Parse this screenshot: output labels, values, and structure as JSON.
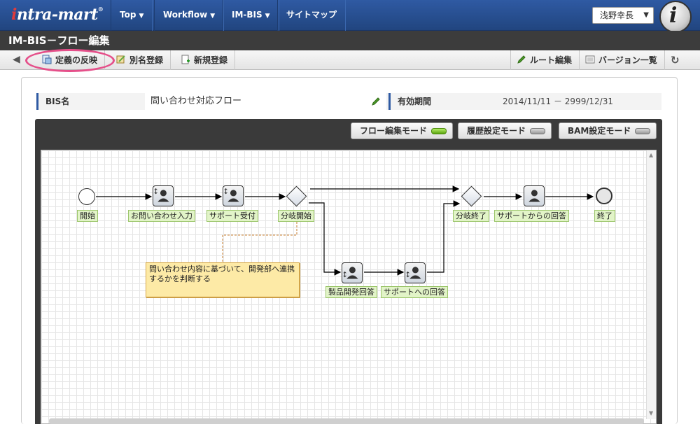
{
  "navbar": {
    "logo": "intra-mart",
    "items": [
      {
        "label": "Top",
        "has_menu": true
      },
      {
        "label": "Workflow",
        "has_menu": true
      },
      {
        "label": "IM-BIS",
        "has_menu": true
      },
      {
        "label": "サイトマップ",
        "has_menu": false
      }
    ],
    "user": "浅野幸長"
  },
  "page_title": "IM-BIS－フロー編集",
  "toolbar": {
    "reflect": "定義の反映",
    "alias": "別名登録",
    "new": "新規登録",
    "route_edit": "ルート編集",
    "versions": "バージョン一覧"
  },
  "info": {
    "bis_label": "BIS名",
    "bis_name": "問い合わせ対応フロー",
    "period_label": "有効期間",
    "period": "2014/11/11 － 2999/12/31"
  },
  "modes": [
    {
      "label": "フロー編集モード",
      "active": true
    },
    {
      "label": "履歴設定モード",
      "active": false
    },
    {
      "label": "BAM設定モード",
      "active": false
    }
  ],
  "flow": {
    "start": "開始",
    "inquiry": "お問い合わせ入力",
    "support_receive": "サポート受付",
    "branch_start": "分岐開始",
    "product_answer": "製品開発回答",
    "support_answer_to": "サポートへの回答",
    "branch_end": "分岐終了",
    "support_answer_from": "サポートからの回答",
    "end": "終了",
    "memo": "問い合わせ内容に基づいて、開発部へ連携するかを判断する"
  },
  "colors": {
    "accent": "#2f5aa3",
    "label_bg": "#e2f4c8",
    "memo_bg": "#fdeaa6",
    "highlight": "#e5508a"
  }
}
